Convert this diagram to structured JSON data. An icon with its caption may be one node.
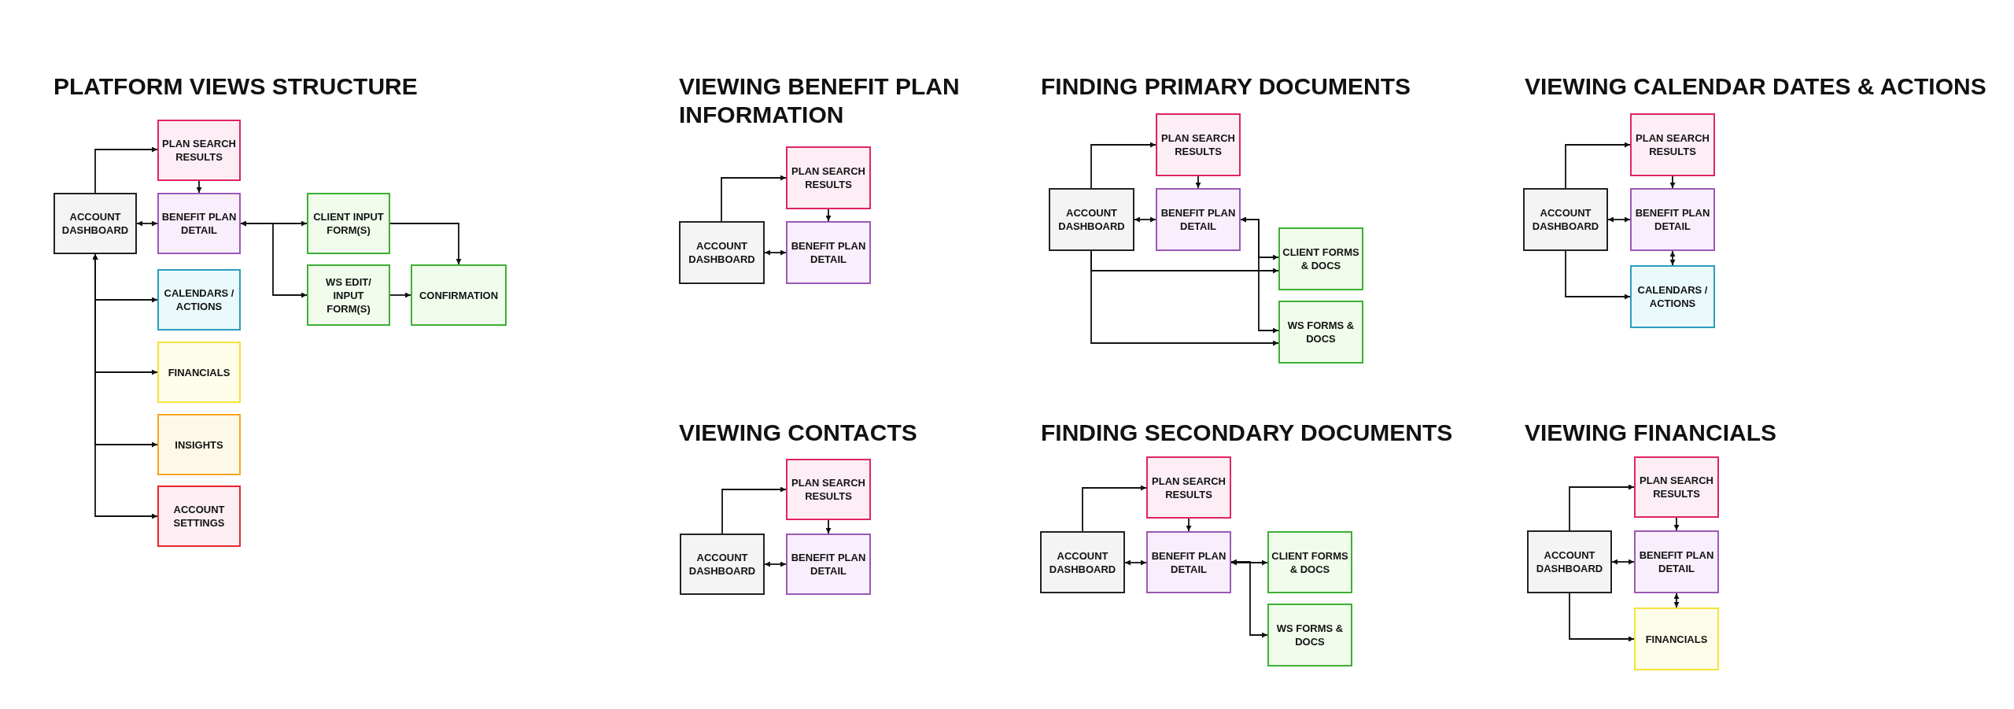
{
  "diagram": {
    "nodes": [
      {
        "text": [
          "PLATFORM VIEWS STRUCTURE"
        ]
      },
      {
        "text": [
          "ACCOUNT DASHBOARD"
        ],
        "in": 0
      },
      {
        "text": [
          "PLAN SEARCH RESULTS"
        ],
        "in": 0
      },
      {
        "text": [
          "BENEFIT PLAN DETAIL"
        ],
        "in": 0
      },
      {
        "text": [
          "CLIENT INPUT FORM(S)"
        ],
        "in": 0
      },
      {
        "text": [
          "WS EDIT/ INPUT FORM(S)"
        ],
        "in": 0
      },
      {
        "text": [
          "CONFIRMATION"
        ],
        "in": 0
      },
      {
        "text": [
          "CALENDARS / ACTIONS"
        ],
        "in": 0
      },
      {
        "text": [
          "FINANCIALS"
        ],
        "in": 0
      },
      {
        "text": [
          "INSIGHTS"
        ],
        "in": 0
      },
      {
        "text": [
          "ACCOUNT SETTINGS"
        ],
        "in": 0
      },
      {
        "text": [
          "VIEWING BENEFIT PLAN INFORMATION"
        ]
      },
      {
        "text": [
          "ACCOUNT DASHBOARD"
        ],
        "in": 11
      },
      {
        "text": [
          "PLAN SEARCH RESULTS"
        ],
        "in": 11
      },
      {
        "text": [
          "BENEFIT PLAN DETAIL"
        ],
        "in": 11
      },
      {
        "text": [
          "FINDING PRIMARY DOCUMENTS"
        ]
      },
      {
        "text": [
          "ACCOUNT DASHBOARD"
        ],
        "in": 15
      },
      {
        "text": [
          "PLAN SEARCH RESULTS"
        ],
        "in": 15
      },
      {
        "text": [
          "BENEFIT PLAN DETAIL"
        ],
        "in": 15
      },
      {
        "text": [
          "CLIENT FORMS & DOCS"
        ],
        "in": 15
      },
      {
        "text": [
          "WS FORMS & DOCS"
        ],
        "in": 15
      },
      {
        "text": [
          "VIEWING CALENDAR DATES & ACTIONS"
        ]
      },
      {
        "text": [
          "ACCOUNT DASHBOARD"
        ],
        "in": 21
      },
      {
        "text": [
          "PLAN SEARCH RESULTS"
        ],
        "in": 21
      },
      {
        "text": [
          "BENEFIT PLAN DETAIL"
        ],
        "in": 21
      },
      {
        "text": [
          "CALENDARS / ACTIONS"
        ],
        "in": 21
      },
      {
        "text": [
          "VIEWING CONTACTS"
        ]
      },
      {
        "text": [
          "ACCOUNT DASHBOARD"
        ],
        "in": 26
      },
      {
        "text": [
          "PLAN SEARCH RESULTS"
        ],
        "in": 26
      },
      {
        "text": [
          "BENEFIT PLAN DETAIL"
        ],
        "in": 26
      },
      {
        "text": [
          "FINDING SECONDARY DOCUMENTS"
        ]
      },
      {
        "text": [
          "ACCOUNT DASHBOARD"
        ],
        "in": 30
      },
      {
        "text": [
          "PLAN SEARCH RESULTS"
        ],
        "in": 30
      },
      {
        "text": [
          "BENEFIT PLAN DETAIL"
        ],
        "in": 30
      },
      {
        "text": [
          "CLIENT FORMS & DOCS"
        ],
        "in": 30
      },
      {
        "text": [
          "WS FORMS & DOCS"
        ],
        "in": 30
      },
      {
        "text": [
          "VIEWING FINANCIALS"
        ]
      },
      {
        "text": [
          "ACCOUNT DASHBOARD"
        ],
        "in": 36
      },
      {
        "text": [
          "PLAN SEARCH RESULTS"
        ],
        "in": 36
      },
      {
        "text": [
          "BENEFIT PLAN DETAIL"
        ],
        "in": 36
      },
      {
        "text": [
          "FINANCIALS"
        ],
        "in": 36
      }
    ],
    "edges": [
      {
        "from": 1,
        "to": 2,
        "arrow": "to"
      },
      {
        "from": 2,
        "to": 3,
        "arrow": "to"
      },
      {
        "from": 1,
        "to": 3,
        "arrow": "both"
      },
      {
        "from": 3,
        "to": 4,
        "arrow": "both"
      },
      {
        "from": 3,
        "to": 5,
        "arrow": "both"
      },
      {
        "from": 4,
        "to": 6,
        "arrow": "to"
      },
      {
        "from": 5,
        "to": 6,
        "arrow": "to"
      },
      {
        "from": 1,
        "to": 7,
        "arrow": "both"
      },
      {
        "from": 1,
        "to": 8,
        "arrow": "both"
      },
      {
        "from": 1,
        "to": 9,
        "arrow": "both"
      },
      {
        "from": 1,
        "to": 10,
        "arrow": "both"
      },
      {
        "from": 12,
        "to": 13,
        "arrow": "to"
      },
      {
        "from": 13,
        "to": 14,
        "arrow": "to"
      },
      {
        "from": 12,
        "to": 14,
        "arrow": "both"
      },
      {
        "from": 16,
        "to": 17,
        "arrow": "to"
      },
      {
        "from": 17,
        "to": 18,
        "arrow": "to"
      },
      {
        "from": 16,
        "to": 18,
        "arrow": "both"
      },
      {
        "from": 18,
        "to": 19,
        "arrow": "both"
      },
      {
        "from": 18,
        "to": 20,
        "arrow": "both"
      },
      {
        "from": 16,
        "to": 19,
        "arrow": "to"
      },
      {
        "from": 16,
        "to": 20,
        "arrow": "to"
      },
      {
        "from": 22,
        "to": 23,
        "arrow": "to"
      },
      {
        "from": 23,
        "to": 24,
        "arrow": "to"
      },
      {
        "from": 22,
        "to": 24,
        "arrow": "both"
      },
      {
        "from": 24,
        "to": 25,
        "arrow": "both"
      },
      {
        "from": 22,
        "to": 25,
        "arrow": "to"
      },
      {
        "from": 27,
        "to": 28,
        "arrow": "to"
      },
      {
        "from": 28,
        "to": 29,
        "arrow": "to"
      },
      {
        "from": 27,
        "to": 29,
        "arrow": "both"
      },
      {
        "from": 31,
        "to": 32,
        "arrow": "to"
      },
      {
        "from": 32,
        "to": 33,
        "arrow": "to"
      },
      {
        "from": 31,
        "to": 33,
        "arrow": "both"
      },
      {
        "from": 33,
        "to": 34,
        "arrow": "both"
      },
      {
        "from": 33,
        "to": 35,
        "arrow": "both"
      },
      {
        "from": 37,
        "to": 38,
        "arrow": "to"
      },
      {
        "from": 38,
        "to": 39,
        "arrow": "to"
      },
      {
        "from": 37,
        "to": 39,
        "arrow": "both"
      },
      {
        "from": 39,
        "to": 40,
        "arrow": "both"
      },
      {
        "from": 37,
        "to": 40,
        "arrow": "to"
      }
    ]
  }
}
